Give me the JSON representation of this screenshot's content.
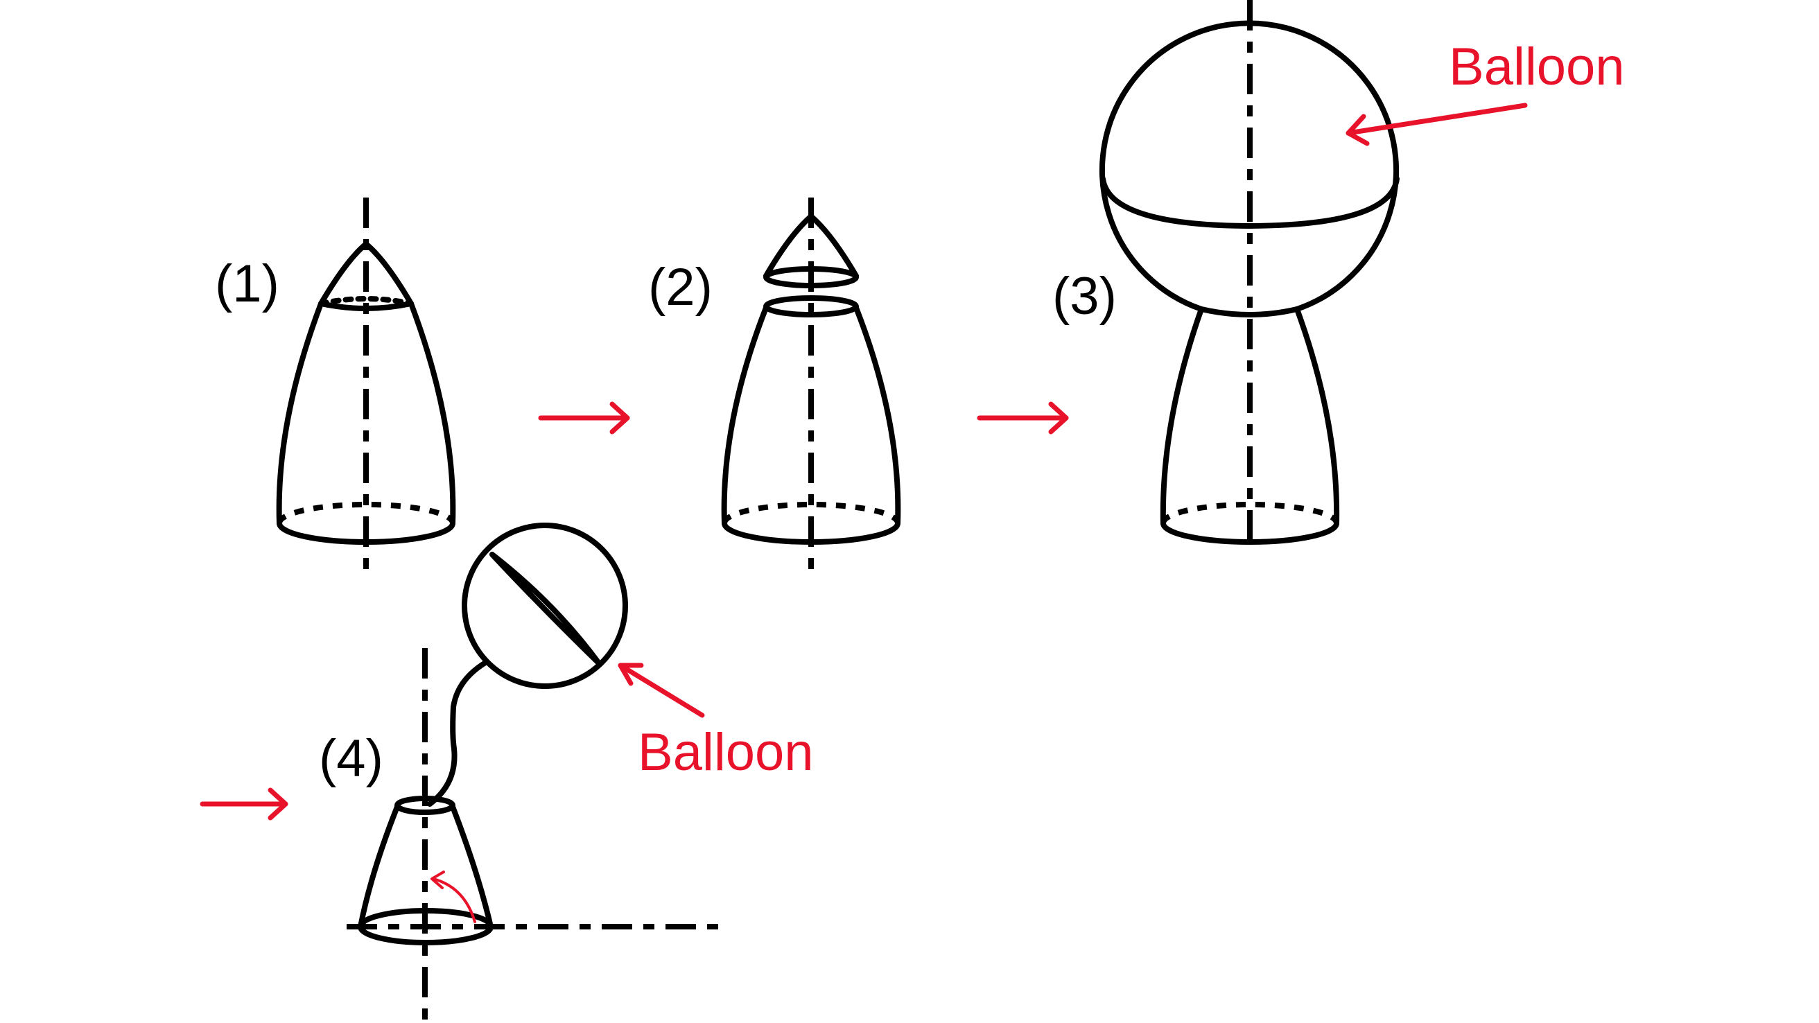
{
  "steps": [
    {
      "id": "step-1",
      "label": "(1)"
    },
    {
      "id": "step-2",
      "label": "(2)"
    },
    {
      "id": "step-3",
      "label": "(3)"
    },
    {
      "id": "step-4",
      "label": "(4)"
    }
  ],
  "callouts": {
    "balloon_top": "Balloon",
    "balloon_bottom": "Balloon"
  },
  "colors": {
    "outline": "#000000",
    "accent": "#e8132a",
    "background": "#ffffff"
  }
}
